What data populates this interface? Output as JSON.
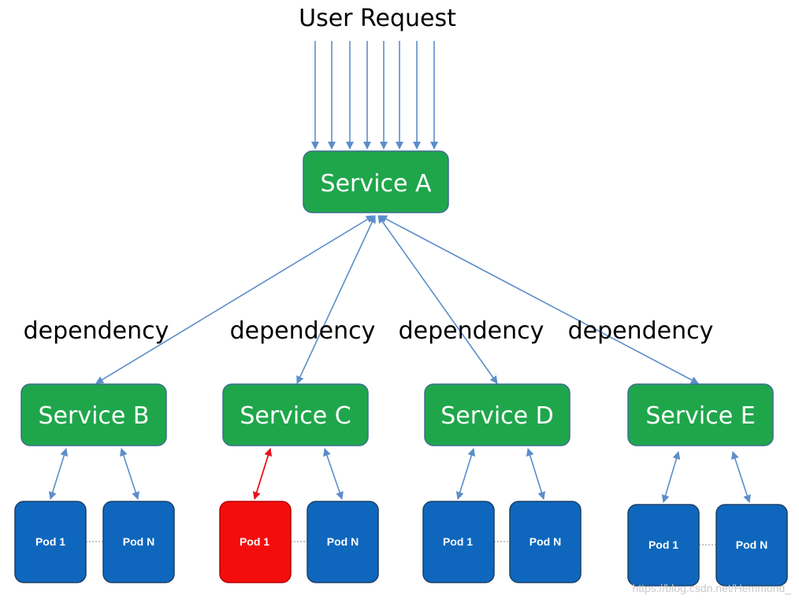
{
  "title": "User Request",
  "colors": {
    "service_fill": "#1fa64b",
    "service_stroke": "#3a6e8f",
    "pod_fill": "#0e67bd",
    "pod_stroke": "#1b3f66",
    "pod_failed_fill": "#f40d0d",
    "arrow": "#5b8ec9",
    "arrow_failed": "#e8121b",
    "dotted_line": "#a0a0a0"
  },
  "services": {
    "a": {
      "label": "Service A"
    },
    "b": {
      "label": "Service B"
    },
    "c": {
      "label": "Service C"
    },
    "d": {
      "label": "Service D"
    },
    "e": {
      "label": "Service E"
    }
  },
  "dependencies": [
    {
      "label": "dependency"
    },
    {
      "label": "dependency"
    },
    {
      "label": "dependency"
    },
    {
      "label": "dependency"
    }
  ],
  "pods": {
    "b1": {
      "label": "Pod 1",
      "status": "healthy"
    },
    "bn": {
      "label": "Pod N",
      "status": "healthy"
    },
    "c1": {
      "label": "Pod 1",
      "status": "failed"
    },
    "cn": {
      "label": "Pod N",
      "status": "healthy"
    },
    "d1": {
      "label": "Pod 1",
      "status": "healthy"
    },
    "dn": {
      "label": "Pod N",
      "status": "healthy"
    },
    "e1": {
      "label": "Pod 1",
      "status": "healthy"
    },
    "en": {
      "label": "Pod N",
      "status": "healthy"
    }
  },
  "watermark": "https://blog.csdn.net/Hemmond_"
}
